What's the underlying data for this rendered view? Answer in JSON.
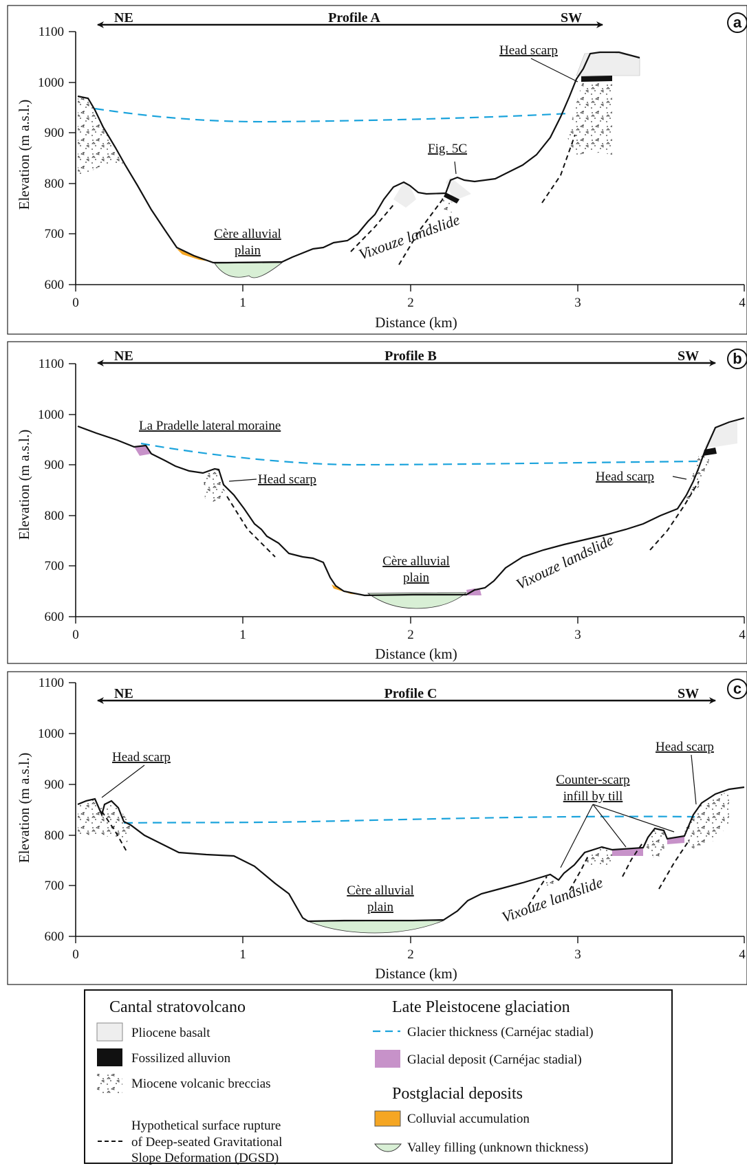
{
  "profiles": [
    {
      "badge": "a",
      "title": "Profile A",
      "dir_left": "NE",
      "dir_right": "SW",
      "labels": {
        "head_scarp": "Head scarp",
        "fig5c": "Fig. 5C",
        "plain_1": "Cère alluvial",
        "plain_2": "plain",
        "landslide": "Vixouze landslide"
      },
      "xlabel": "Distance (km)",
      "ylabel": "Elevation (m a.s.l.)",
      "yticks": [
        "1100",
        "1000",
        "900",
        "800",
        "700",
        "600"
      ],
      "xticks": [
        "0",
        "1",
        "2",
        "3",
        "4"
      ]
    },
    {
      "badge": "b",
      "title": "Profile B",
      "dir_left": "NE",
      "dir_right": "SW",
      "labels": {
        "moraine": "La Pradelle lateral moraine",
        "head_scarp_left": "Head scarp",
        "head_scarp_right": "Head scarp",
        "plain_1": "Cère alluvial",
        "plain_2": "plain",
        "landslide": "Vixouze landslide"
      },
      "xlabel": "Distance (km)",
      "ylabel": "Elevation (m a.s.l.)",
      "yticks": [
        "1100",
        "1000",
        "900",
        "800",
        "700",
        "600"
      ],
      "xticks": [
        "0",
        "1",
        "2",
        "3",
        "4"
      ]
    },
    {
      "badge": "c",
      "title": "Profile C",
      "dir_left": "NE",
      "dir_right": "SW",
      "labels": {
        "head_scarp_left": "Head scarp",
        "head_scarp_right": "Head scarp",
        "counter_1": "Counter-scarp",
        "counter_2": "infill by till",
        "plain_1": "Cère alluvial",
        "plain_2": "plain",
        "landslide": "Vixouze landslide"
      },
      "xlabel": "Distance (km)",
      "ylabel": "Elevation (m a.s.l.)",
      "yticks": [
        "1100",
        "1000",
        "900",
        "800",
        "700",
        "600"
      ],
      "xticks": [
        "0",
        "1",
        "2",
        "3",
        "4"
      ]
    }
  ],
  "legend": {
    "cantal": "Cantal stratovolcano",
    "pliocene": "Pliocene basalt",
    "fossilized": "Fossilized alluvion",
    "miocene": "Miocene volcanic breccias",
    "rupture_1": "Hypothetical surface rupture",
    "rupture_2": "of Deep-seated Gravitational",
    "rupture_3": "Slope Deformation (DGSD)",
    "late": "Late Pleistocene glaciation",
    "glacier": "Glacier thickness (Carnéjac stadial)",
    "glacial": "Glacial deposit (Carnéjac stadial)",
    "postglacial": "Postglacial deposits",
    "colluvial": "Colluvial accumulation",
    "valley": "Valley filling (unknown thickness)"
  },
  "colors": {
    "glacier_line": "#1aa3dc",
    "colluvial": "#f5a623",
    "glacial": "#c792c9",
    "valley": "#d8efd5",
    "basalt": "#eeeeee",
    "alluvion": "#111111"
  }
}
